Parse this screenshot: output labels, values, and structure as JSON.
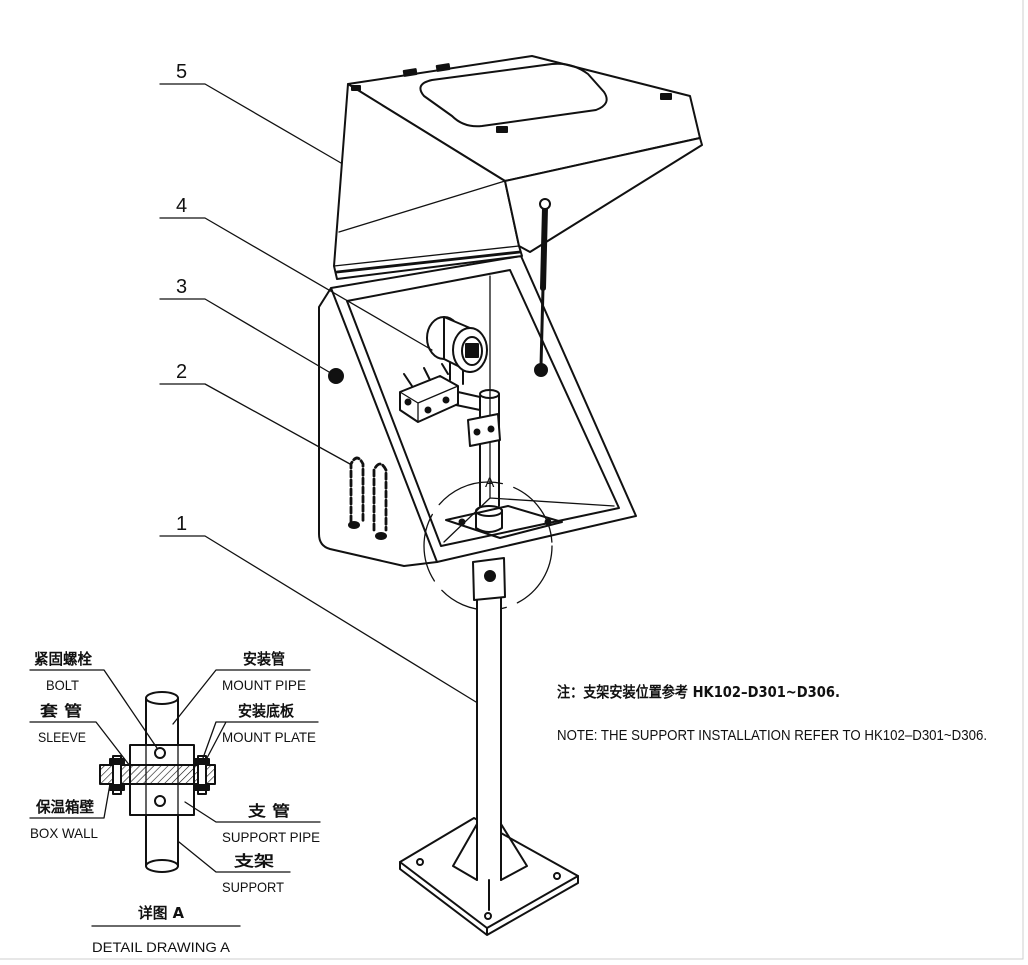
{
  "callouts": [
    "5",
    "4",
    "3",
    "2",
    "1"
  ],
  "detail_marker": "A",
  "detail": {
    "bolt": {
      "cn": "紧固螺栓",
      "en": "BOLT"
    },
    "mount_pipe": {
      "cn": "安装管",
      "en": "MOUNT PIPE"
    },
    "sleeve": {
      "cn": "套 管",
      "en": "SLEEVE"
    },
    "mount_plate": {
      "cn": "安装底板",
      "en": "MOUNT PLATE"
    },
    "box_wall": {
      "cn": "保温箱壁",
      "en": "BOX WALL"
    },
    "support_pipe": {
      "cn": "支 管",
      "en": "SUPPORT PIPE"
    },
    "support": {
      "cn": "支架",
      "en": "SUPPORT"
    },
    "title": {
      "cn": "详图 A",
      "en": "DETAIL DRAWING A"
    }
  },
  "note": {
    "cn": "注：支架安装位置参考 HK102–D301~D306.",
    "en": "NOTE: THE SUPPORT INSTALLATION REFER TO HK102–D301~D306."
  },
  "colors": {
    "ink": "#111111",
    "paper": "#ffffff"
  }
}
